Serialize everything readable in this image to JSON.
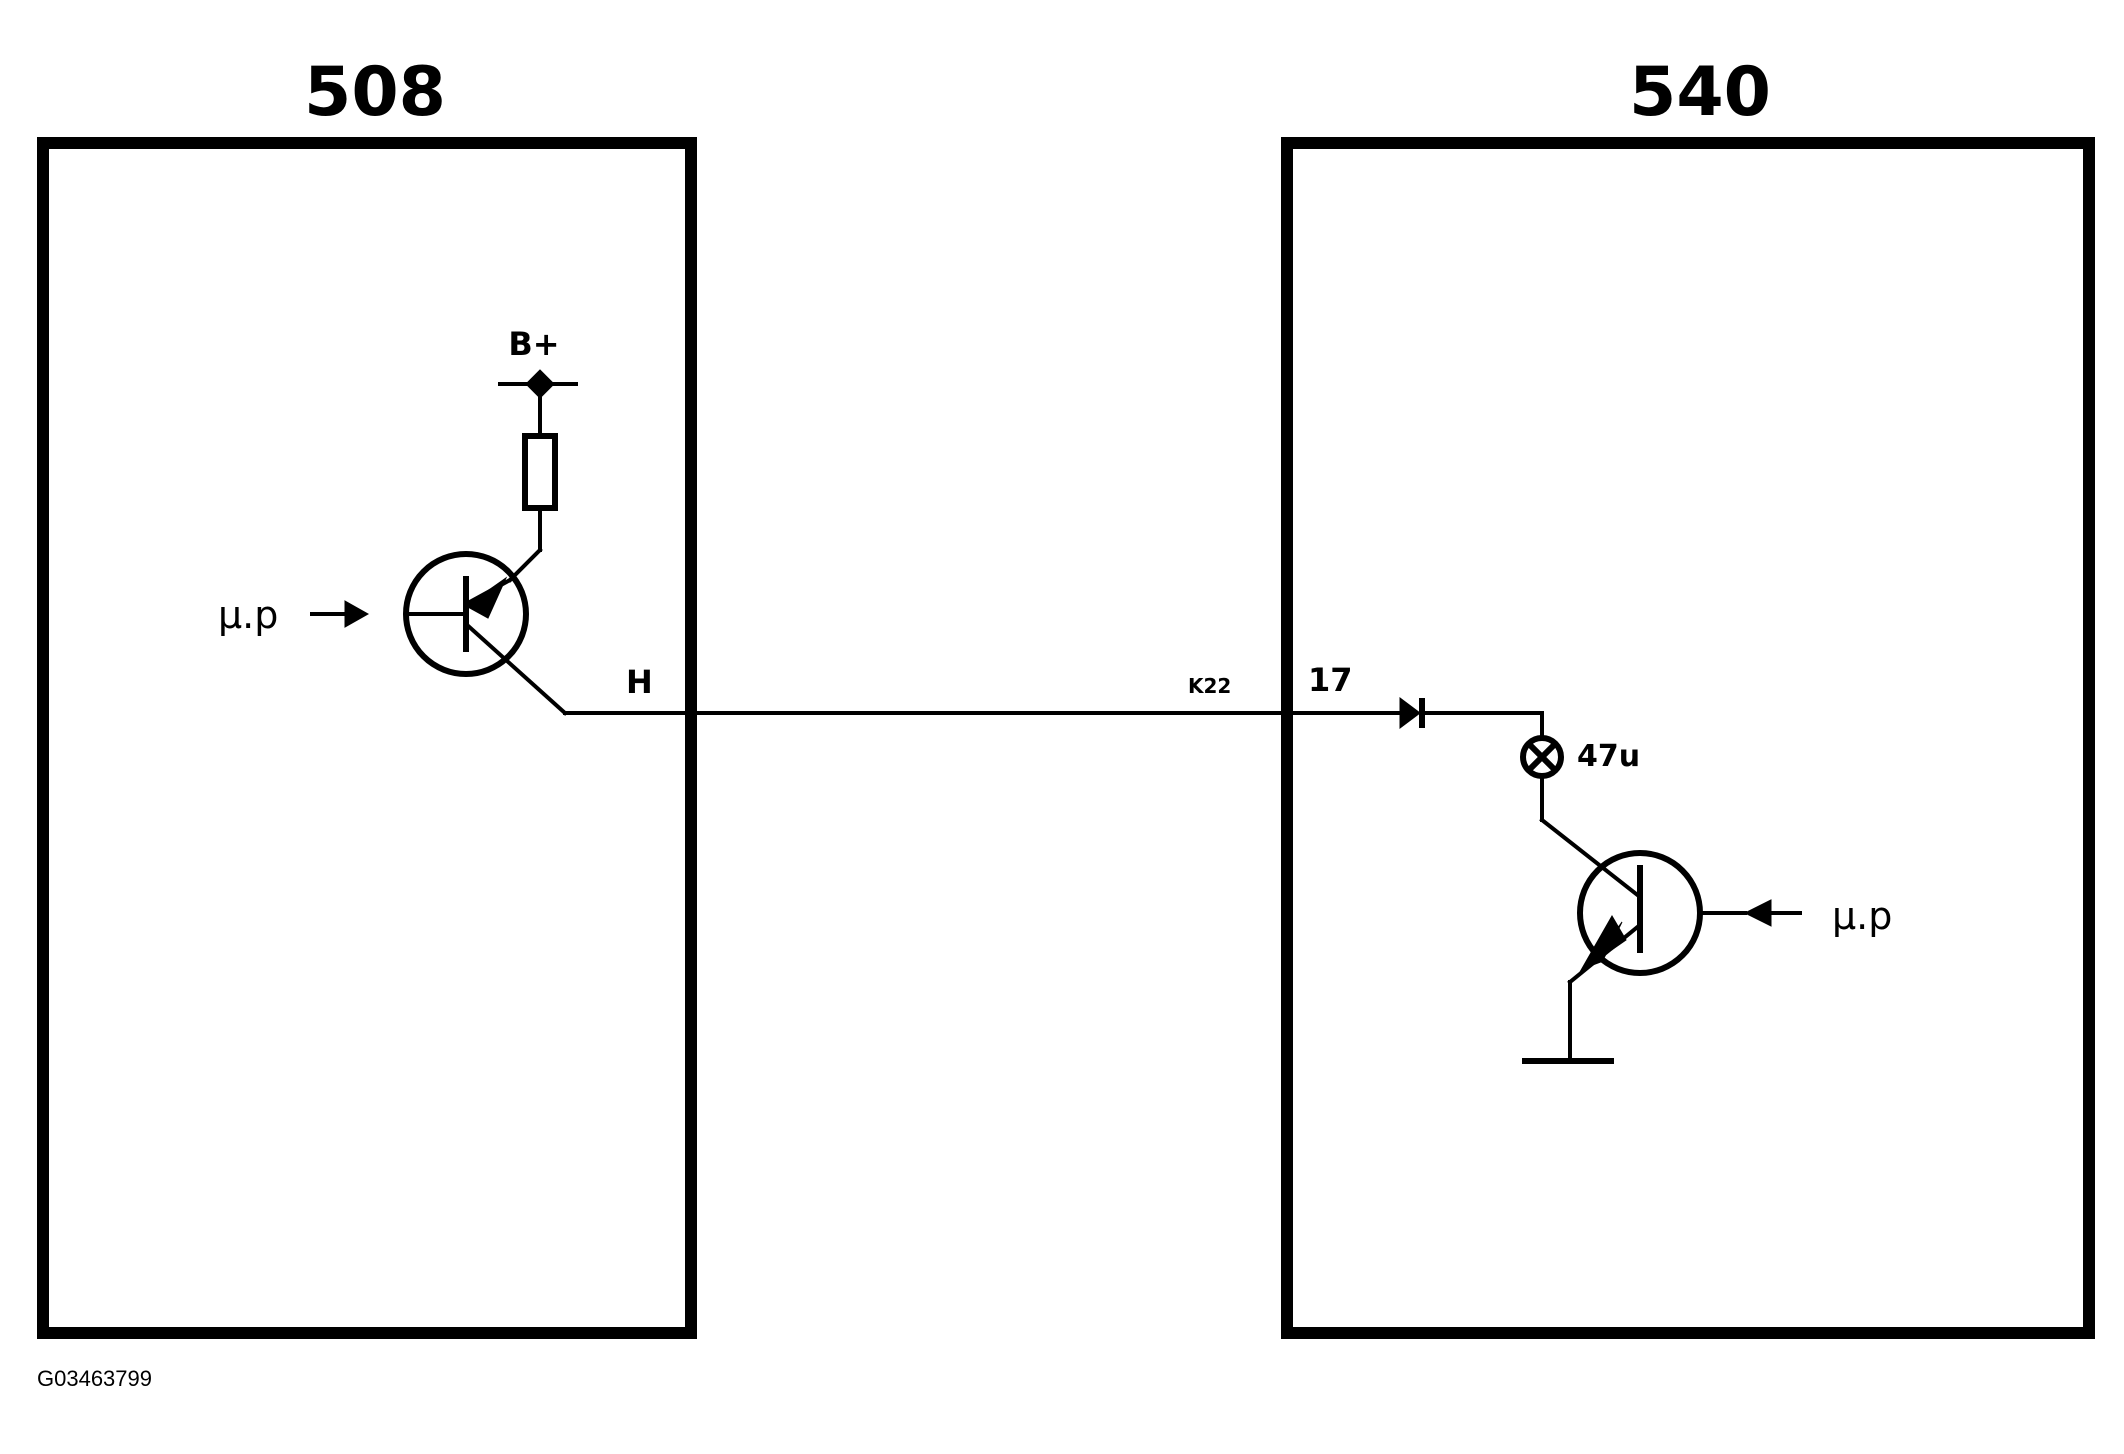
{
  "modules": {
    "left": {
      "title": "508"
    },
    "right": {
      "title": "540"
    }
  },
  "labels": {
    "supply": "B+",
    "left_input": "µ.p",
    "right_input": "µ.p",
    "left_pin": "H",
    "connector": "K22",
    "right_pin": "17",
    "lamp": "47u"
  },
  "figure_code": "G03463799"
}
